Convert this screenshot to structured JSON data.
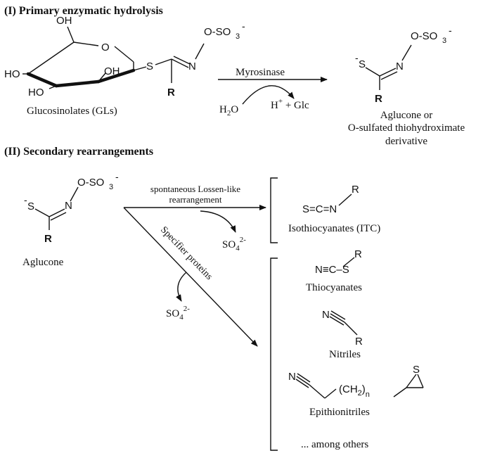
{
  "section1": {
    "title": "(I) Primary enzymatic hydrolysis",
    "glucose_labels": {
      "oh_top": "OH",
      "o_ring": "O",
      "ho_left": "HO",
      "oh_inner": "OH",
      "ho_bottom": "HO"
    },
    "gl_fragment": {
      "s": "S",
      "n": "N",
      "oso3": "O-SO",
      "three": "3",
      "minus": "-",
      "r": "R"
    },
    "gl_name": "Glucosinolates (GLs)",
    "enzyme": "Myrosinase",
    "water": {
      "h": "H",
      "sub": "2",
      "o": "O"
    },
    "products": {
      "hplus": "H",
      "plus_sup": "+",
      "rest": " + Glc"
    },
    "aglucone_fragment": {
      "s_minus": "-",
      "s": "S",
      "n": "N",
      "oso3": "O-SO",
      "three": "3",
      "minus": "-",
      "r": "R"
    },
    "aglucone_caption": [
      "Aglucone or",
      "O-sulfated thiohydroximate",
      "derivative"
    ]
  },
  "section2": {
    "title": "(II) Secondary rearrangements",
    "aglucone_fragment": {
      "s_minus": "-",
      "s": "S",
      "n": "N",
      "oso3": "O-SO",
      "three": "3",
      "minus": "-",
      "r": "R"
    },
    "aglucone_name": "Aglucone",
    "route1_label": [
      "spontaneous Lossen-like",
      "rearrangement"
    ],
    "route2_label": "Specifier proteins",
    "sulfate": {
      "so": "SO",
      "sub": "4",
      "sup": "2-"
    },
    "itc": {
      "formula": "S=C=N",
      "r": "R",
      "name": "Isothiocyanates (ITC)"
    },
    "thiocyanate": {
      "formula": "N≡C–S",
      "r": "R",
      "name": "Thiocyanates"
    },
    "nitrile": {
      "n": "N",
      "r": "R",
      "name": "Nitriles"
    },
    "epithionitrile": {
      "n": "N",
      "ch2": "(CH",
      "two": "2",
      "close": ")",
      "n_sub": "n",
      "s": "S",
      "name": "Epithionitriles"
    },
    "others": "... among others"
  }
}
